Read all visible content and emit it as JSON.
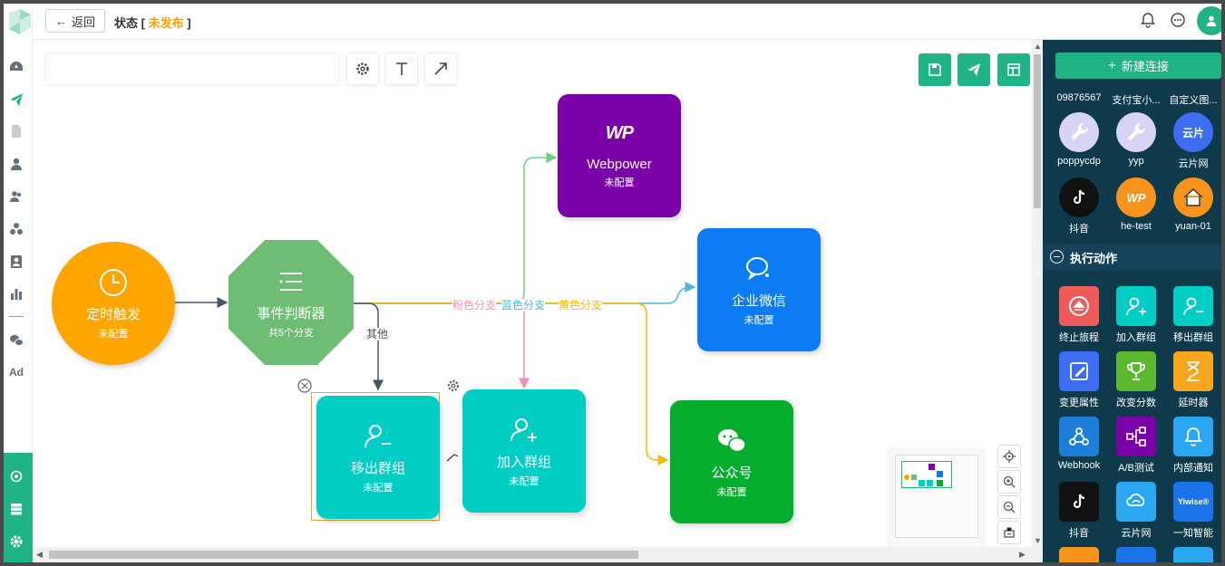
{
  "header": {
    "back_label": "返回",
    "status_prefix": "状态 [ ",
    "status_value": "未发布",
    "status_suffix": " ]"
  },
  "rail": {
    "ad_label": "Ad"
  },
  "toolbar": {
    "search_placeholder": ""
  },
  "nodes": {
    "timer": {
      "title": "定时触发",
      "sub": "未配置"
    },
    "event": {
      "title": "事件判断器",
      "sub": "共5个分支"
    },
    "webpower": {
      "title": "Webpower",
      "sub": "未配置",
      "logo": "WP"
    },
    "wecom": {
      "title": "企业微信",
      "sub": "未配置"
    },
    "remove_group": {
      "title": "移出群组",
      "sub": "未配置"
    },
    "join_group": {
      "title": "加入群组",
      "sub": "未配置"
    },
    "official": {
      "title": "公众号",
      "sub": "未配置"
    }
  },
  "edge_labels": {
    "pink": "粉色分支",
    "blue": "蓝色分支",
    "yellow": "黄色分支",
    "other": "其他"
  },
  "colors": {
    "accent": "#1fb386",
    "timer": "#ffa500",
    "event": "#6fbd74",
    "webpower": "#7a00a8",
    "wecom": "#0d7bf3",
    "group": "#00cec5",
    "official": "#05ad2e"
  },
  "panel": {
    "new_connection": "新建连接",
    "top_partial": [
      "09876567",
      "支付宝小...",
      "自定义图..."
    ],
    "connectors": [
      {
        "label": "poppycdp",
        "icon": "wrench-icon",
        "bg": "#d9d4f5"
      },
      {
        "label": "yyp",
        "icon": "wrench-icon",
        "bg": "#d9d4f5"
      },
      {
        "label": "云片网",
        "icon": "yunpian-logo",
        "bg": "#3d6df2",
        "text": "云片"
      },
      {
        "label": "抖音",
        "icon": "tiktok-icon",
        "bg": "#111111"
      },
      {
        "label": "he-test",
        "icon": "wp-logo",
        "bg": "#f7941d",
        "text": "WP"
      },
      {
        "label": "yuan-01",
        "icon": "house-icon",
        "bg": "#f7941d"
      }
    ],
    "actions_title": "执行动作",
    "actions": [
      {
        "label": "终止旅程",
        "icon": "eject-icon",
        "bg": "#ef5b5b"
      },
      {
        "label": "加入群组",
        "icon": "user-plus-icon",
        "bg": "#00cec5"
      },
      {
        "label": "移出群组",
        "icon": "user-minus-icon",
        "bg": "#00cec5"
      },
      {
        "label": "变更属性",
        "icon": "edit-icon",
        "bg": "#3d6df2"
      },
      {
        "label": "改变分数",
        "icon": "trophy-icon",
        "bg": "#5cb82e"
      },
      {
        "label": "延时器",
        "icon": "hourglass-icon",
        "bg": "#f7a51d"
      },
      {
        "label": "Webhook",
        "icon": "webhook-icon",
        "bg": "#1c7ed6"
      },
      {
        "label": "A/B测试",
        "icon": "ab-test-icon",
        "bg": "#7a00a8"
      },
      {
        "label": "内部通知",
        "icon": "bell-icon",
        "bg": "#2aa7f0"
      },
      {
        "label": "抖音",
        "icon": "tiktok-icon",
        "bg": "#111111"
      },
      {
        "label": "云片网",
        "icon": "cloud-icon",
        "bg": "#2aa7f0"
      },
      {
        "label": "一知智能",
        "icon": "yiwise-logo",
        "bg": "#1a73e8",
        "text": "Yiwise®"
      }
    ]
  }
}
